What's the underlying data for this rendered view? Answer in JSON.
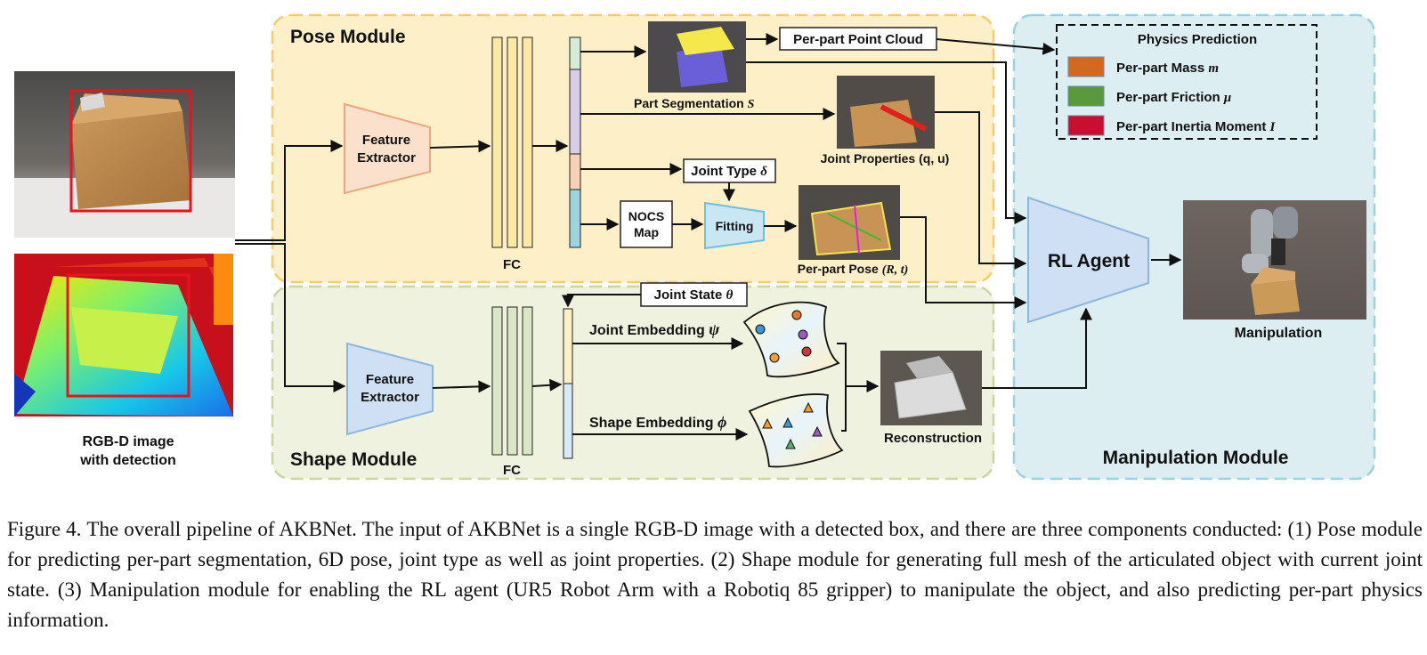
{
  "modules": {
    "pose": "Pose Module",
    "shape": "Shape Module",
    "manipulation": "Manipulation Module"
  },
  "input": {
    "label_line1": "RGB-D image",
    "label_line2": "with detection"
  },
  "pose": {
    "feature_extractor_line1": "Feature",
    "feature_extractor_line2": "Extractor",
    "fc_label": "FC",
    "part_seg_label": "Part Segmentation",
    "part_seg_symbol": "S",
    "point_cloud_label": "Per-part Point Cloud",
    "joint_props_label": "Joint Properties",
    "joint_props_symbol": "(q, u)",
    "joint_type_label": "Joint Type",
    "joint_type_symbol": "δ",
    "nocs_line1": "NOCS",
    "nocs_line2": "Map",
    "fitting_label": "Fitting",
    "per_part_pose_label": "Per-part Pose",
    "per_part_pose_symbol": "(R, t)"
  },
  "shape": {
    "joint_state_label": "Joint State",
    "joint_state_symbol": "θ",
    "feature_extractor_line1": "Feature",
    "feature_extractor_line2": "Extractor",
    "fc_label": "FC",
    "joint_embedding_label": "Joint Embedding",
    "joint_embedding_symbol": "ψ",
    "shape_embedding_label": "Shape Embedding",
    "shape_embedding_symbol": "ϕ",
    "reconstruction_label": "Reconstruction"
  },
  "manipulation": {
    "physics_title": "Physics Prediction",
    "physics_items": [
      {
        "label": "Per-part Mass",
        "symbol": "m",
        "color": "#d2691e"
      },
      {
        "label": "Per-part Friction",
        "symbol": "μ",
        "color": "#5a9a3a"
      },
      {
        "label": "Per-part Inertia Moment",
        "symbol": "I",
        "color": "#c8102e"
      }
    ],
    "rl_agent_label": "RL Agent",
    "output_label": "Manipulation"
  },
  "colors": {
    "pose_bg": "#fdf0c8",
    "pose_border": "#f2cf6a",
    "shape_bg": "#eef2df",
    "shape_border": "#c9d6a4",
    "manip_bg": "#ddeef3",
    "manip_border": "#9fd0e0",
    "detection_box": "#e8141c"
  },
  "caption": {
    "label": "Figure 4.",
    "text": "The overall pipeline of AKBNet. The input of AKBNet is a single RGB-D image with a detected box, and there are three components conducted: (1) Pose module for predicting per-part segmentation, 6D pose, joint type as well as joint properties. (2) Shape module for generating full mesh of the articulated object with current joint state. (3) Manipulation module for enabling the RL agent (UR5 Robot Arm with a Robotiq 85 gripper) to manipulate the object, and also predicting per-part physics information."
  }
}
